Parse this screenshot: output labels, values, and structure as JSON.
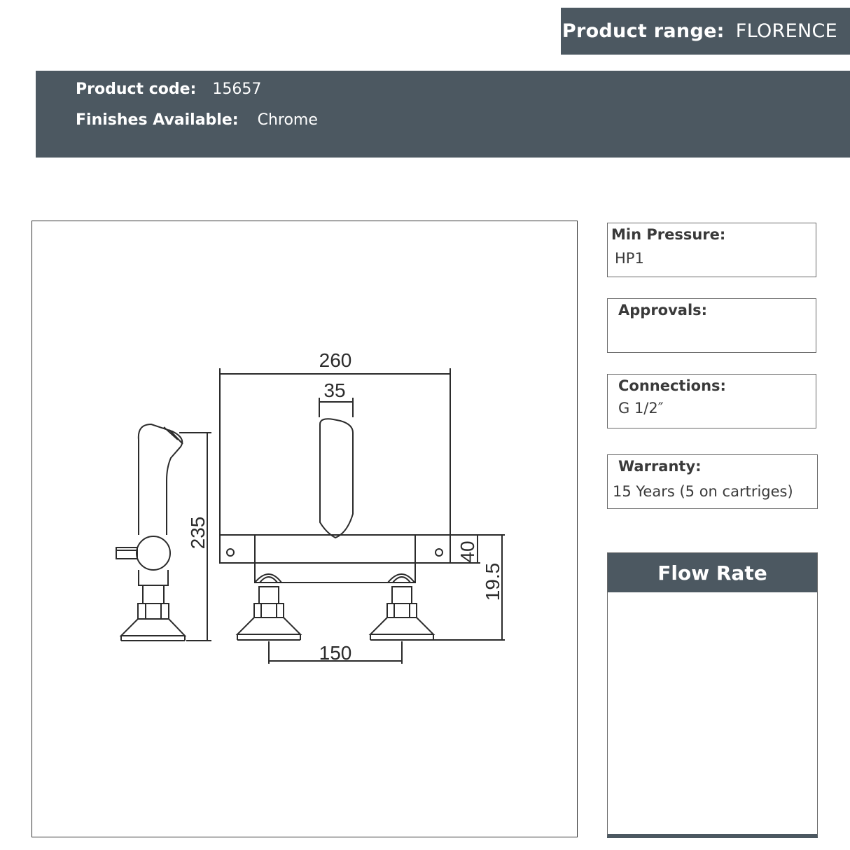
{
  "header": {
    "range_label": "Product range:",
    "range_value": "FLORENCE",
    "code_label": "Product code:",
    "code_value": "15657",
    "finish_label": "Finishes Available:",
    "finish_value": "Chrome"
  },
  "drawing": {
    "dim_width": "260",
    "dim_spout": "35",
    "dim_height": "235",
    "dim_body": "40",
    "dim_base": "19.5",
    "dim_centres": "150"
  },
  "specs": {
    "pressure_label": "Min Pressure:",
    "pressure_value": "HP1",
    "approvals_label": "Approvals:",
    "approvals_value": "",
    "connections_label": "Connections:",
    "connections_value": "G 1/2″",
    "warranty_label": "Warranty:",
    "warranty_value": "15 Years (5 on cartriges)"
  },
  "flow": {
    "title": "Flow Rate"
  },
  "colors": {
    "header_bg": "#4c5861",
    "line": "#2b2b2b"
  }
}
